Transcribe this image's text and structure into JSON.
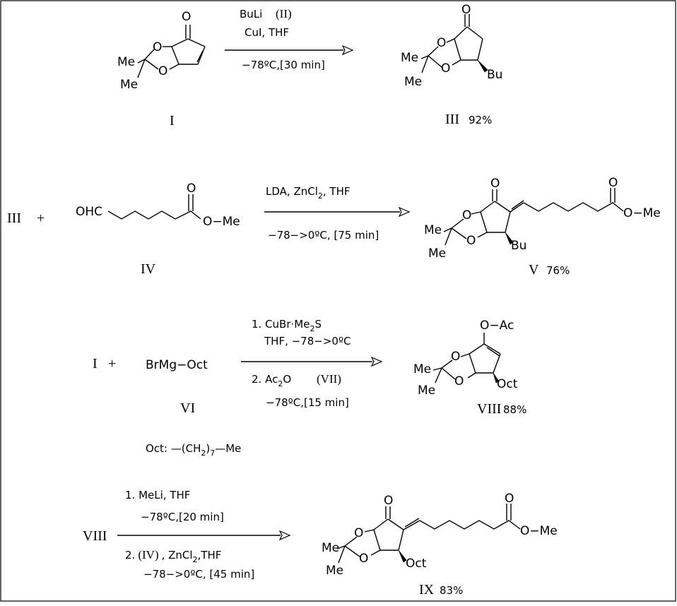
{
  "colors": {
    "ink": "#000000",
    "background": "#ffffff"
  },
  "scheme": {
    "r1": {
      "reagent1": "BuLi",
      "reagent1_code": "(II)",
      "reagent2": "CuI, THF",
      "conditions": "−78ºC,[30 min]",
      "reactant_label": "I",
      "product_label": "III",
      "product_yield": "92%"
    },
    "r2": {
      "left_reactant": "III",
      "plus": "+",
      "reactant_label": "IV",
      "reagents_a": "LDA, ZnCl",
      "reagents_sub": "2",
      "reagents_b": ", THF",
      "conditions": "−78−>0ºC, [75 min]",
      "product_label": "V",
      "product_yield": "76%"
    },
    "r3": {
      "left_reactant": "I",
      "plus": "+",
      "reagent": "BrMg−Oct",
      "reactant_label": "VI",
      "step1_a": "1. CuBr·Me",
      "step1_sub": "2",
      "step1_b": "S",
      "step1_conditions": "THF, −78−>0ºC",
      "step2_a": "2.  Ac",
      "step2_sub": "2",
      "step2_b": "O",
      "step2_code": "(VII)",
      "step2_conditions": "−78ºC,[15 min]",
      "product_label": "VIII",
      "product_yield": "88%",
      "oct_def_a": "Oct: —(CH",
      "oct_def_sub": "2",
      "oct_def_b": ")",
      "oct_def_sub2": "7",
      "oct_def_c": "—Me"
    },
    "r4": {
      "left_reactant": "VIII",
      "step1": "1. MeLi,  THF",
      "step1_conditions": "−78ºC,[20 min]",
      "step2_a": "2.",
      "step2_code": "(IV)",
      "step2_b": ",  ZnCl",
      "step2_sub": "2",
      "step2_c": ",THF",
      "step2_conditions": "−78−>0ºC,  [45 min]",
      "product_label": "IX",
      "product_yield": "83%"
    },
    "atoms": {
      "O": "O",
      "Me": "Me",
      "Bu": "Bu",
      "OHC": "OHC",
      "OMe": "O−Me",
      "OAc": "O−Ac",
      "Oct": "Oct"
    }
  }
}
